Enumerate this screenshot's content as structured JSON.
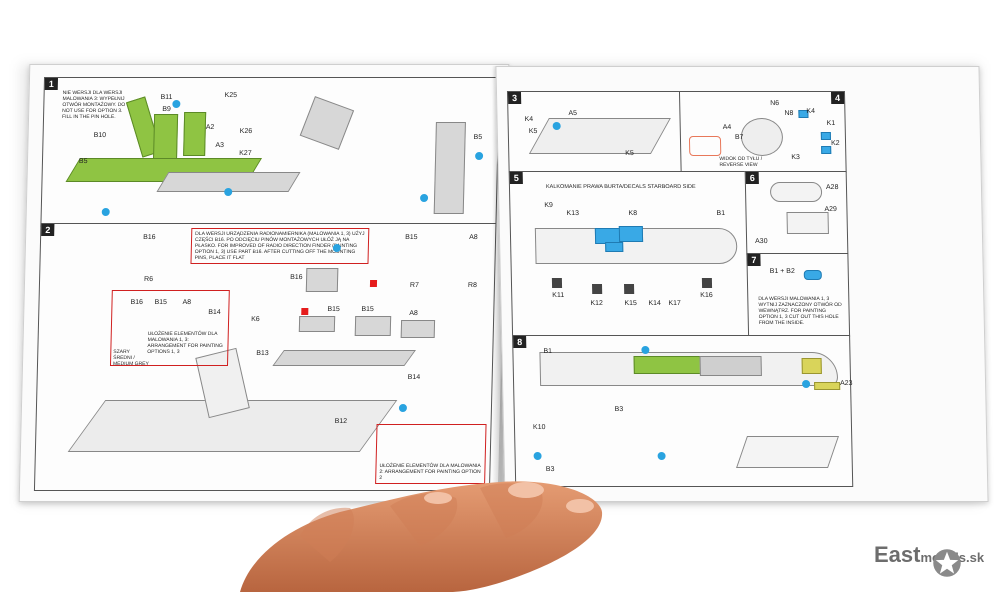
{
  "left_page": {
    "step1": {
      "number": "1",
      "note": "NIE WERSJI DLA WERSJI MALOWANIA 3: WYPEŁNIJ OTWÓR MONTAŻOWY. DO NOT USE FOR OPTION 3. FILL IN THE PIN HOLE.",
      "labels": [
        "B11",
        "B9",
        "B10",
        "B5",
        "A2",
        "A3",
        "K26",
        "K27",
        "K25",
        "B5"
      ]
    },
    "step2": {
      "number": "2",
      "note": "DLA WERSJI URZĄDZENIA RADIONAMIERNIKA (MALOWANIA 1, 3) UŻYJ CZĘŚCI B16. PO ODCIĘCIU PINÓW MONTAŻOWYCH UŁÓŻ JĄ NA PŁASKO. FOR IMPROVED OF RADIO DIRECTION FINDER (PAINTING OPTION 1, 3) USE PART B16. AFTER CUTTING OFF THE MOUNTING PINS, PLACE IT FLAT",
      "labels": [
        "B16",
        "R6",
        "B15",
        "R7",
        "A8",
        "R8",
        "B16",
        "B15",
        "B15",
        "A8",
        "K6",
        "B13",
        "B14",
        "B12",
        "B16",
        "B15",
        "A8",
        "B14"
      ],
      "inset1_text": "UŁOŻENIE ELEMENTÓW DLA MALOWANIA 1, 3: ARRANGEMENT FOR PAINTING OPTIONS 1, 3",
      "inset1_color": "SZARY ŚREDNI / MEDIUM GREY",
      "inset2_text": "UŁOŻENIE ELEMENTÓW DLA MALOWANIA 2: ARRANGEMENT FOR PAINTING OPTION 2"
    }
  },
  "right_page": {
    "step3": {
      "number": "3",
      "labels": [
        "K4",
        "K5",
        "A5",
        "K5"
      ]
    },
    "step4": {
      "number": "4",
      "labels": [
        "N6",
        "N8",
        "K4",
        "K1",
        "A4",
        "B7",
        "K2",
        "K3"
      ],
      "note": "WIDOK OD TYŁU / REVERSE VIEW"
    },
    "step5": {
      "number": "5",
      "title": "KALKOMANIE PRAWA BURTA/DECALS STARBOARD SIDE",
      "labels": [
        "K9",
        "K13",
        "K8",
        "B1",
        "K11",
        "K12",
        "K15",
        "K14",
        "K17",
        "K16"
      ]
    },
    "step6": {
      "number": "6",
      "labels": [
        "A28",
        "A29",
        "A30"
      ]
    },
    "step7": {
      "number": "7",
      "labels": [
        "B1 + B2"
      ],
      "note": "DLA WERSJI MALOWANIA 1, 3 WYTNIJ ZAZNACZONY OTWÓR OD WEWNĄTRZ. FOR PAINTING OPTION 1, 3 CUT OUT THIS HOLE FROM THE INSIDE."
    },
    "step8": {
      "number": "8",
      "labels": [
        "B1",
        "B3",
        "K10",
        "B3",
        "A23"
      ]
    }
  },
  "watermark": {
    "brand": "East",
    "domain": "models.sk"
  },
  "colors": {
    "blue": "#29a3e0",
    "green": "#8fc443",
    "yellow": "#d9d45a",
    "red": "#e51c1c",
    "skin": "#d98a63"
  }
}
